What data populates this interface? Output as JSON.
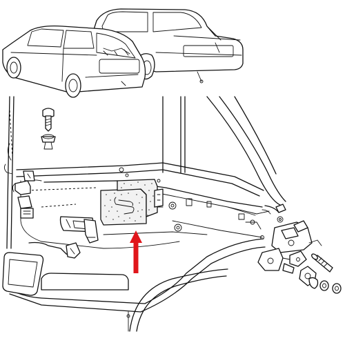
{
  "diagram": {
    "colors": {
      "line": "#111111",
      "background": "#ffffff",
      "arrow": "#e0161b",
      "foam_fill": "#f2f2f2",
      "foam_dots": "#333333"
    },
    "parts": [
      "hatchback-car",
      "sedan-car",
      "rear-door-frame",
      "insulation-foam-block",
      "door-lock-assembly",
      "door-handle",
      "hinge-bracket",
      "bolt",
      "washer",
      "nut",
      "speaker-grille",
      "window-regulator-rod"
    ],
    "arrow": {
      "direction": "up",
      "points_to": "insulation-foam-block"
    }
  }
}
